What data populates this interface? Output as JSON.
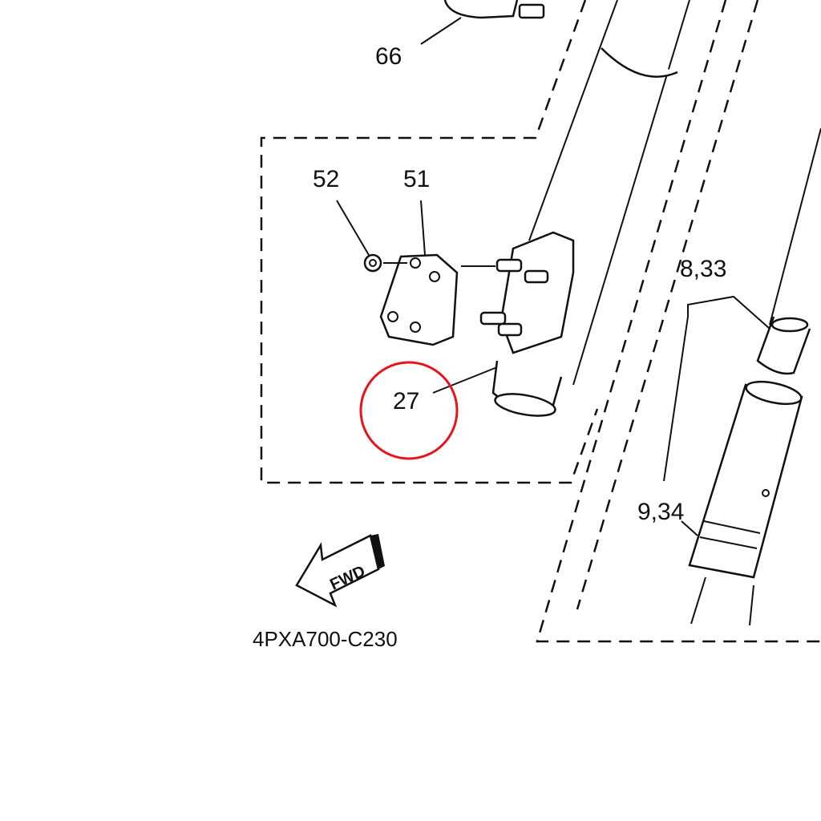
{
  "diagram": {
    "callouts": {
      "p66": "66",
      "p52": "52",
      "p51": "51",
      "p27": "27",
      "p8_33": "8,33",
      "p9_34": "9,34"
    },
    "fwd_label": "FWD",
    "figure_code": "4PXA700-C230",
    "highlight_color": "#e8141b"
  }
}
